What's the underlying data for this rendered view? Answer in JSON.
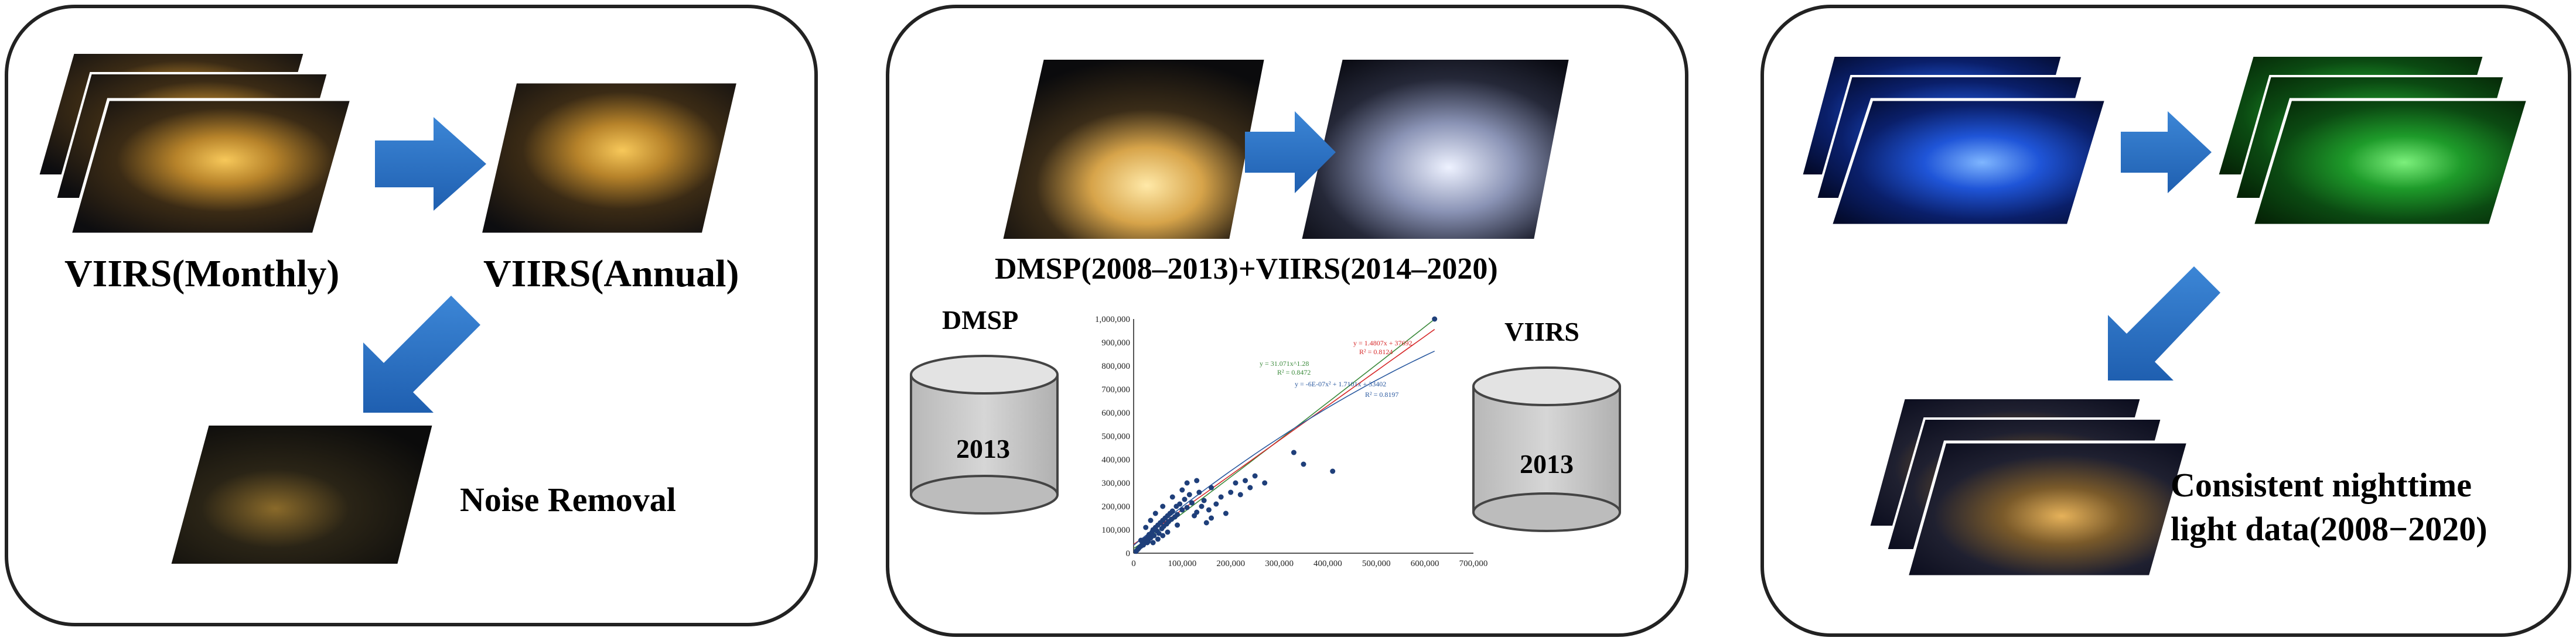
{
  "panel1": {
    "monthly_label": "VIIRS(Monthly)",
    "annual_label": "VIIRS(Annual)",
    "noise_label": "Noise Removal"
  },
  "panel2": {
    "title": "DMSP(2008–2013)+VIIRS(2014–2020)",
    "dmsp_label": "DMSP",
    "viirs_label": "VIIRS",
    "dmsp_year": "2013",
    "viirs_year": "2013"
  },
  "panel3": {
    "result_line1": "Consistent nighttime",
    "result_line2": "light data(2008−2020)"
  },
  "chart_data": {
    "type": "scatter",
    "xlim": [
      0,
      700000
    ],
    "ylim": [
      0,
      1000000
    ],
    "x_ticks": [
      "0",
      "100,000",
      "200,000",
      "300,000",
      "400,000",
      "500,000",
      "600,000",
      "700,000"
    ],
    "y_ticks": [
      "0",
      "100,000",
      "200,000",
      "300,000",
      "400,000",
      "500,000",
      "600,000",
      "700,000",
      "800,000",
      "900,000",
      "1,000,000"
    ],
    "annotations": [
      {
        "text": "y = 31.071x^1.28",
        "color": "#3b8a3b"
      },
      {
        "text": "R² = 0.8472",
        "color": "#3b8a3b"
      },
      {
        "text": "y = 1.4807x + 37692",
        "color": "#d62728"
      },
      {
        "text": "R² = 0.8124",
        "color": "#d62728"
      },
      {
        "text": "y = -6E-07x² + 1.7101x + 33402",
        "color": "#2b5aa0"
      },
      {
        "text": "R² = 0.8197",
        "color": "#2b5aa0"
      }
    ],
    "points": [
      [
        5000,
        8000
      ],
      [
        8000,
        15000
      ],
      [
        12000,
        25000
      ],
      [
        15000,
        30000
      ],
      [
        18000,
        40000
      ],
      [
        20000,
        35000
      ],
      [
        22000,
        55000
      ],
      [
        25000,
        60000
      ],
      [
        28000,
        45000
      ],
      [
        30000,
        70000
      ],
      [
        32000,
        80000
      ],
      [
        35000,
        65000
      ],
      [
        38000,
        90000
      ],
      [
        40000,
        100000
      ],
      [
        42000,
        75000
      ],
      [
        45000,
        110000
      ],
      [
        48000,
        95000
      ],
      [
        50000,
        120000
      ],
      [
        52000,
        85000
      ],
      [
        55000,
        130000
      ],
      [
        58000,
        105000
      ],
      [
        60000,
        140000
      ],
      [
        62000,
        115000
      ],
      [
        65000,
        150000
      ],
      [
        68000,
        125000
      ],
      [
        70000,
        160000
      ],
      [
        72000,
        135000
      ],
      [
        75000,
        170000
      ],
      [
        78000,
        145000
      ],
      [
        80000,
        180000
      ],
      [
        85000,
        155000
      ],
      [
        88000,
        200000
      ],
      [
        90000,
        165000
      ],
      [
        95000,
        210000
      ],
      [
        100000,
        185000
      ],
      [
        105000,
        230000
      ],
      [
        110000,
        195000
      ],
      [
        115000,
        250000
      ],
      [
        120000,
        215000
      ],
      [
        125000,
        160000
      ],
      [
        130000,
        175000
      ],
      [
        135000,
        260000
      ],
      [
        140000,
        200000
      ],
      [
        145000,
        225000
      ],
      [
        150000,
        130000
      ],
      [
        155000,
        185000
      ],
      [
        160000,
        150000
      ],
      [
        170000,
        210000
      ],
      [
        180000,
        240000
      ],
      [
        190000,
        170000
      ],
      [
        200000,
        260000
      ],
      [
        210000,
        300000
      ],
      [
        220000,
        250000
      ],
      [
        230000,
        310000
      ],
      [
        240000,
        280000
      ],
      [
        250000,
        330000
      ],
      [
        270000,
        300000
      ],
      [
        330000,
        430000
      ],
      [
        350000,
        380000
      ],
      [
        410000,
        350000
      ],
      [
        620000,
        1000000
      ],
      [
        15000,
        55000
      ],
      [
        25000,
        110000
      ],
      [
        35000,
        140000
      ],
      [
        45000,
        170000
      ],
      [
        60000,
        200000
      ],
      [
        80000,
        240000
      ],
      [
        100000,
        270000
      ],
      [
        110000,
        300000
      ],
      [
        130000,
        310000
      ],
      [
        160000,
        280000
      ],
      [
        10000,
        20000
      ],
      [
        30000,
        50000
      ],
      [
        50000,
        60000
      ],
      [
        70000,
        90000
      ],
      [
        90000,
        120000
      ],
      [
        40000,
        45000
      ],
      [
        60000,
        75000
      ]
    ],
    "fits": [
      {
        "kind": "power",
        "color": "#3b8a3b"
      },
      {
        "kind": "linear",
        "color": "#d62728"
      },
      {
        "kind": "poly2",
        "color": "#2b5aa0"
      }
    ]
  }
}
